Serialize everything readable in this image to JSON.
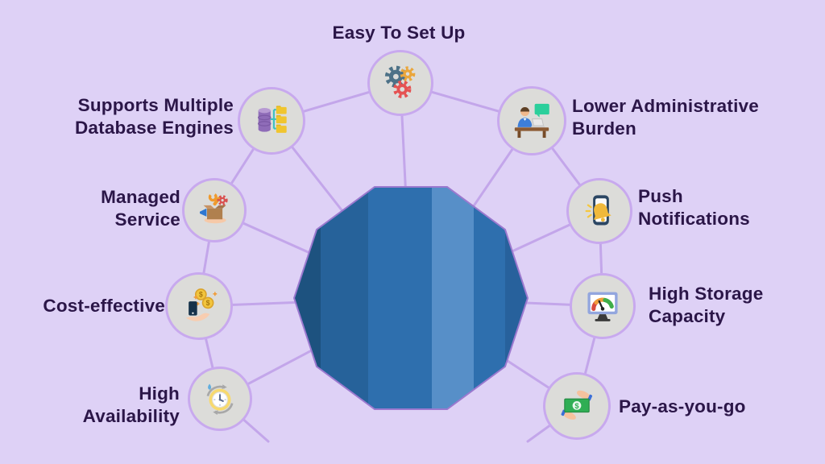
{
  "colors": {
    "background": "#ded1f6",
    "connector_line": "#c3a6ea",
    "node_fill": "#dcdcd9",
    "node_border": "#c8a9ee",
    "label_text": "#2b1648"
  },
  "center": {
    "icon": "database-cylinder-icon",
    "facet_colors": [
      "#1d527f",
      "#26629a",
      "#2e6fae",
      "#578fc8",
      "#2e6fae",
      "#27619c"
    ]
  },
  "icons": {
    "currency_symbol": "$"
  },
  "nodes": [
    {
      "id": "easy-to-set-up",
      "label": "Easy To Set Up",
      "lines": [
        "Easy To Set Up"
      ],
      "icon": "gears-icon"
    },
    {
      "id": "supports-multiple-database-engines",
      "label": "Supports Multiple Database Engines",
      "lines": [
        "Supports Multiple",
        "Database Engines"
      ],
      "icon": "database-folders-icon"
    },
    {
      "id": "managed-service",
      "label": "Managed Service",
      "lines": [
        "Managed",
        "Service"
      ],
      "icon": "box-tools-icon"
    },
    {
      "id": "cost-effective",
      "label": "Cost-effective",
      "lines": [
        "Cost-effective"
      ],
      "icon": "coins-hand-icon"
    },
    {
      "id": "high-availability",
      "label": "High Availability",
      "lines": [
        "High",
        "Availability"
      ],
      "icon": "clock-sync-icon"
    },
    {
      "id": "lower-administrative-burden",
      "label": "Lower Administrative Burden",
      "lines": [
        "Lower Administrative",
        "Burden"
      ],
      "icon": "admin-desk-icon"
    },
    {
      "id": "push-notifications",
      "label": "Push Notifications",
      "lines": [
        "Push",
        "Notifications"
      ],
      "icon": "phone-bell-icon"
    },
    {
      "id": "high-storage-capacity",
      "label": "High Storage Capacity",
      "lines": [
        "High Storage",
        "Capacity"
      ],
      "icon": "gauge-monitor-icon"
    },
    {
      "id": "pay-as-you-go",
      "label": "Pay-as-you-go",
      "lines": [
        "Pay-as-you-go"
      ],
      "icon": "money-hands-icon"
    }
  ]
}
